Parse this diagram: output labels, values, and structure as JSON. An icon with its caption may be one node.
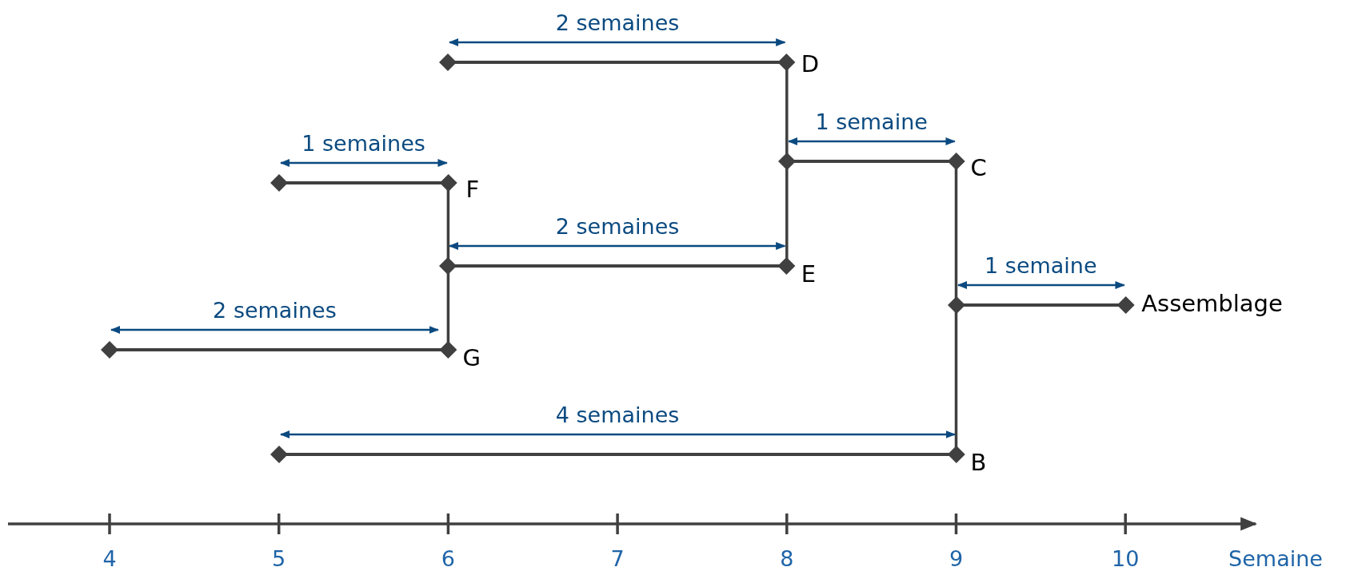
{
  "diagram": {
    "nodes": [
      {
        "text": [
          "D"
        ],
        "beside": [
          "2 semaines"
        ]
      },
      {
        "text": [
          "C"
        ],
        "beside": [
          "1 semaine"
        ]
      },
      {
        "text": [
          "F"
        ],
        "beside": [
          "1 semaines"
        ]
      },
      {
        "text": [
          "E"
        ],
        "beside": [
          "2 semaines"
        ]
      },
      {
        "text": [
          "Assemblage"
        ],
        "beside": [
          "1 semaine"
        ]
      },
      {
        "text": [
          "G"
        ],
        "beside": [
          "2 semaines"
        ]
      },
      {
        "text": [
          "B"
        ],
        "beside": [
          "4 semaines"
        ]
      }
    ],
    "edges": [
      {
        "from": 0,
        "to": 1,
        "arrow": "none"
      },
      {
        "from": 3,
        "to": 1,
        "arrow": "none"
      },
      {
        "from": 2,
        "to": 3,
        "arrow": "none"
      },
      {
        "from": 5,
        "to": 3,
        "arrow": "none"
      },
      {
        "from": 1,
        "to": 4,
        "arrow": "none"
      },
      {
        "from": 6,
        "to": 4,
        "arrow": "none"
      }
    ],
    "labels": [
      "4",
      "5",
      "6",
      "7",
      "8",
      "9",
      "10",
      "Semaine"
    ]
  }
}
